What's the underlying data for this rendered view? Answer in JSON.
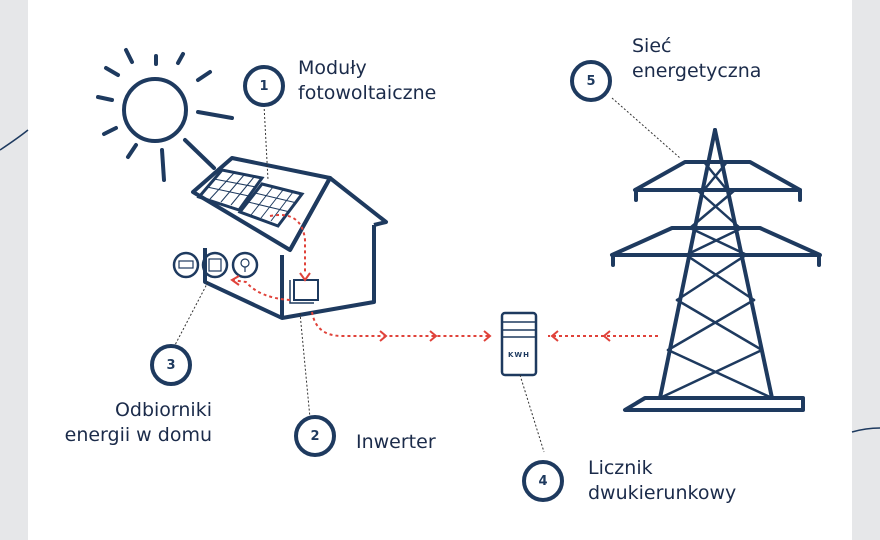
{
  "colors": {
    "navy": "#1e3a5f",
    "text": "#1b2b4a",
    "flow": "#e0423a",
    "background": "#e6e7e9"
  },
  "steps": [
    {
      "number": "1",
      "lines": [
        "Moduły",
        "fotowoltaiczne"
      ]
    },
    {
      "number": "2",
      "lines": [
        "Inwerter"
      ]
    },
    {
      "number": "3",
      "lines": [
        "Odbiorniki",
        "energii w domu"
      ]
    },
    {
      "number": "4",
      "lines": [
        "Licznik",
        "dwukierunkowy"
      ]
    },
    {
      "number": "5",
      "lines": [
        "Sieć",
        "energetyczna"
      ]
    }
  ],
  "meter": {
    "label": "KWH"
  },
  "icons": [
    "sun-icon",
    "house-icon",
    "solar-panel-icon",
    "appliance-icons",
    "inverter-icon",
    "meter-icon",
    "power-pylon-icon"
  ]
}
